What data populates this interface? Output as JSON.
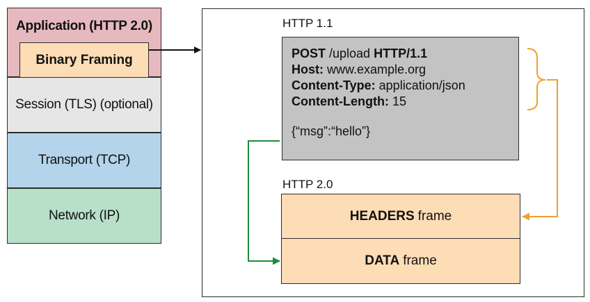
{
  "stack": {
    "application": "Application (HTTP 2.0)",
    "framing": "Binary Framing",
    "session": "Session (TLS) (optional)",
    "transport": "Transport (TCP)",
    "network": "Network (IP)"
  },
  "http11": {
    "heading": "HTTP 1.1",
    "request_line": {
      "method": "POST",
      "path": " /upload ",
      "version": "HTTP/1.1"
    },
    "headers": [
      {
        "name": "Host:",
        "value": " www.example.org"
      },
      {
        "name": "Content-Type:",
        "value": " application/json"
      },
      {
        "name": "Content-Length:",
        "value": " 15"
      }
    ],
    "body": "{“msg”:“hello”}"
  },
  "http20": {
    "heading": "HTTP 2.0",
    "headers_frame": {
      "bold": "HEADERS",
      "rest": "frame"
    },
    "data_frame": {
      "bold": "DATA",
      "rest": "frame"
    }
  },
  "colors": {
    "application": "#e6b9bf",
    "framing": "#fdddb6",
    "session": "#e6e6e6",
    "transport": "#b3d4ea",
    "network": "#b8dfc8",
    "request": "#c3c3c3",
    "headers_arrow": "#f0a030",
    "data_arrow": "#1a8c3c"
  }
}
